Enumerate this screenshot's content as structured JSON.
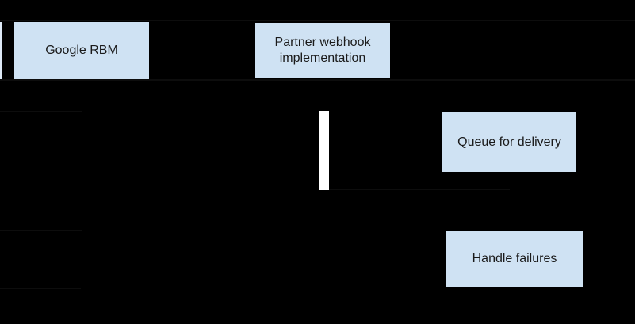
{
  "diagram": {
    "type": "sequence-diagram",
    "background_color": "#000000",
    "node_fill_color": "#cfe2f3",
    "node_text_color": "#1a1a1a",
    "activation_bar_color": "#ffffff",
    "faint_line_color": "#0d0d0d",
    "nodes": [
      {
        "id": "google-rbm",
        "label": "Google RBM"
      },
      {
        "id": "partner-webhook",
        "label": "Partner webhook implementation"
      },
      {
        "id": "queue-for-delivery",
        "label": "Queue for delivery"
      },
      {
        "id": "handle-failures",
        "label": "Handle failures"
      }
    ]
  }
}
